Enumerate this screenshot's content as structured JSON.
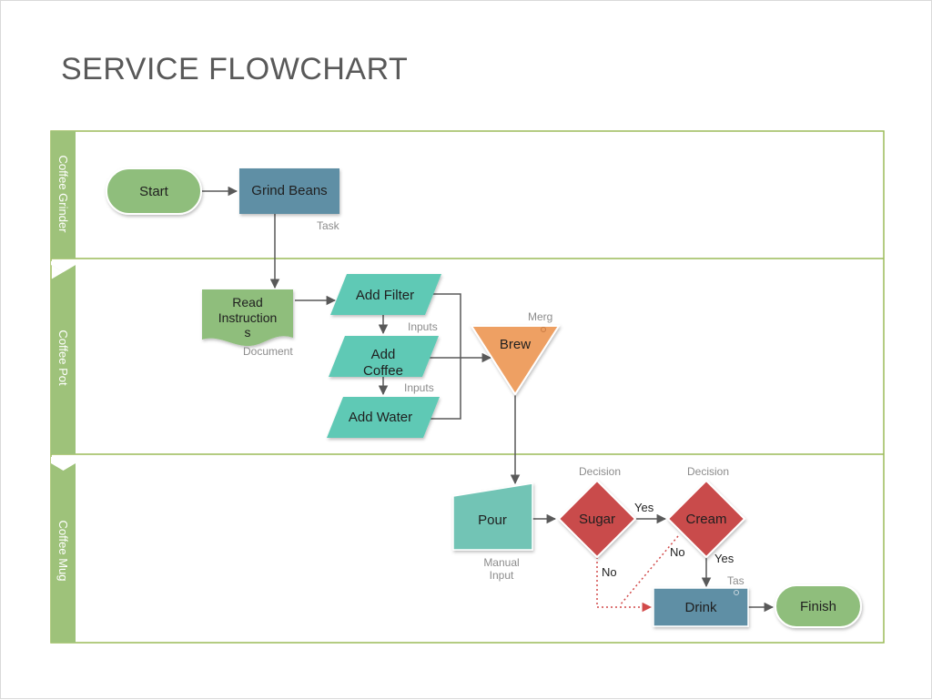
{
  "title": "SERVICE FLOWCHART",
  "colors": {
    "lane_border": "#9bbb59",
    "lane_band": "#9ec27a",
    "terminator": "#8fbe7c",
    "task": "#5f8fa5",
    "input": "#5fc9b5",
    "merge": "#eea064",
    "decision": "#c94c4c",
    "manual": "#72c4b5",
    "connector": "#595959",
    "no_path": "#d24a4a",
    "caption": "#8c8c8c"
  },
  "lanes": [
    {
      "label": "Coffee Grinder"
    },
    {
      "label": "Coffee Pot"
    },
    {
      "label": "Coffee Mug"
    }
  ],
  "shapes": {
    "start": "Start",
    "grind_beans": "Grind Beans",
    "read_instructions": [
      "Read",
      "Instruction",
      "s"
    ],
    "add_filter": "Add Filter",
    "add_coffee": [
      "Add",
      "Coffee"
    ],
    "add_water": "Add Water",
    "brew": "Brew",
    "pour": "Pour",
    "sugar": "Sugar",
    "cream": "Cream",
    "drink": "Drink",
    "finish": "Finish"
  },
  "captions": {
    "task_1": "Task",
    "document": "Document",
    "inputs_1": "Inputs",
    "inputs_2": "Inputs",
    "merge": "Merg",
    "manual_input": [
      "Manual",
      "Input"
    ],
    "decision_1": "Decision",
    "decision_2": "Decision",
    "task_2": "Tas"
  },
  "edge_labels": {
    "sugar_yes": "Yes",
    "sugar_no": "No",
    "cream_yes": "Yes",
    "cream_no": "No"
  }
}
